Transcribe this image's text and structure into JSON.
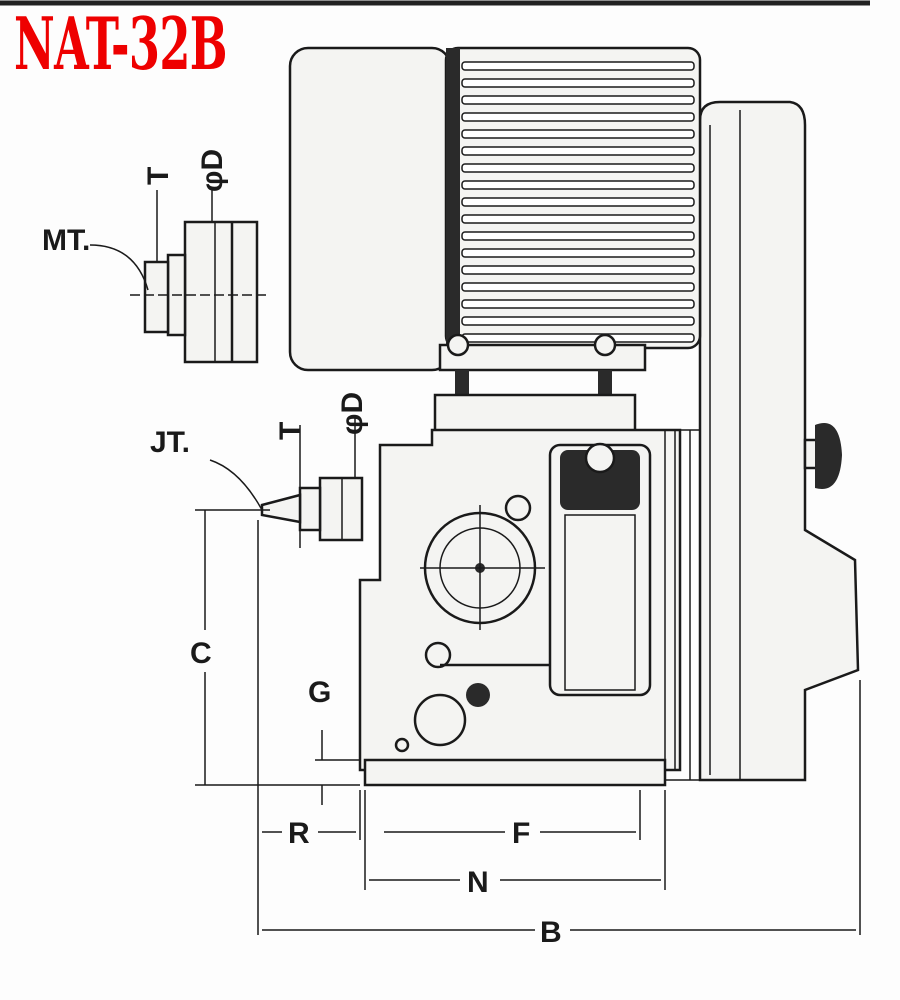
{
  "title": "NAT-32B",
  "labels": {
    "mt": "MT.",
    "mt_t": "T",
    "mt_d": "φD",
    "jt": "JT.",
    "jt_t": "T",
    "jt_d": "φD",
    "c": "C",
    "g": "G",
    "r": "R",
    "f": "F",
    "n": "N",
    "b": "B"
  }
}
